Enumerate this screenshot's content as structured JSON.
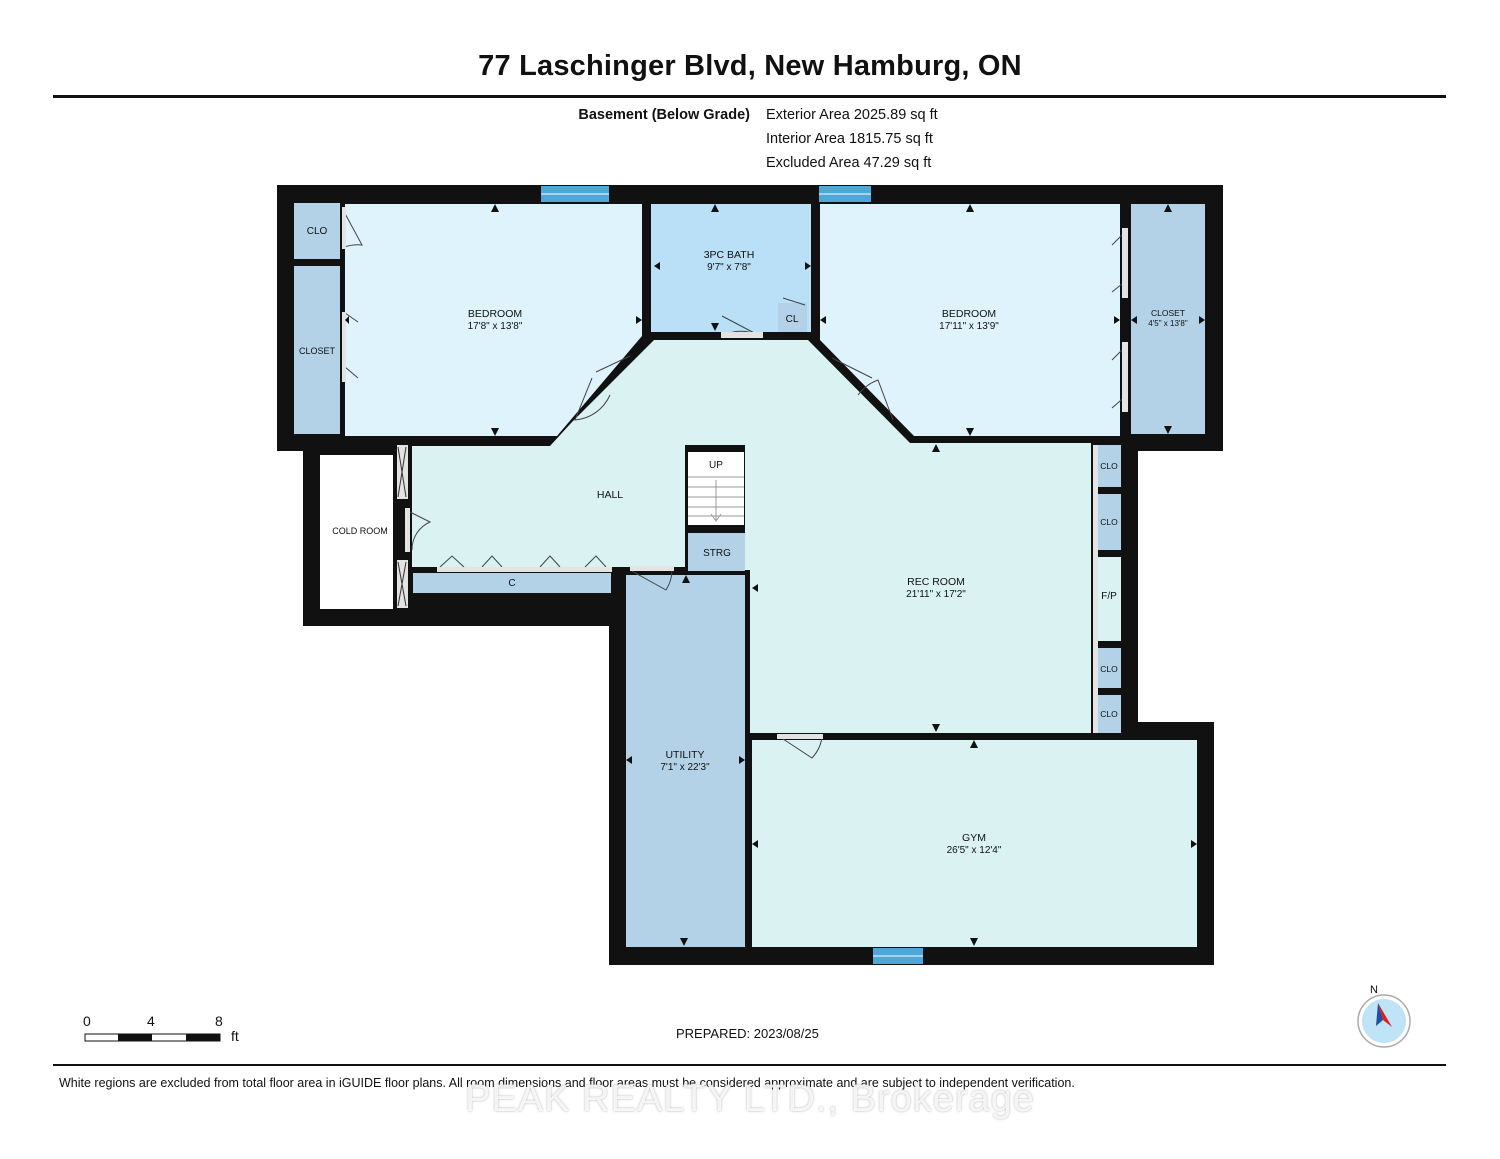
{
  "header": {
    "title": "77 Laschinger Blvd, New Hamburg, ON",
    "level_label": "Basement (Below Grade)",
    "exterior_area": "Exterior Area 2025.89 sq ft",
    "interior_area": "Interior Area 1815.75 sq ft",
    "excluded_area": "Excluded Area 47.29 sq ft"
  },
  "rooms": {
    "bedroom_left": {
      "name": "BEDROOM",
      "dims": "17'8\" x 13'8\""
    },
    "bath": {
      "name": "3PC BATH",
      "dims": "9'7\" x 7'8\""
    },
    "bedroom_right": {
      "name": "BEDROOM",
      "dims": "17'11\" x 13'9\""
    },
    "closet_right": {
      "name": "CLOSET",
      "dims": "4'5\" x 13'8\""
    },
    "rec_room": {
      "name": "REC ROOM",
      "dims": "21'11\" x 17'2\""
    },
    "utility": {
      "name": "UTILITY",
      "dims": "7'1\" x 22'3\""
    },
    "gym": {
      "name": "GYM",
      "dims": "26'5\" x 12'4\""
    }
  },
  "labels": {
    "clo": "CLO",
    "closet": "CLOSET",
    "cl": "CL",
    "hall": "HALL",
    "up": "UP",
    "strg": "STRG",
    "cold_room": "COLD ROOM",
    "c": "C",
    "fp": "F/P"
  },
  "scale": {
    "ticks": [
      "0",
      "4",
      "8"
    ],
    "unit": "ft"
  },
  "compass": {
    "north": "N"
  },
  "footer": {
    "prepared": "PREPARED: 2023/08/25",
    "note": "White regions are excluded from total floor area in iGUIDE floor plans. All room dimensions and floor areas must be considered approximate and are subject to independent verification.",
    "watermark": "PEAK REALTY LTD., Brokerage"
  },
  "colors": {
    "bedroom": "#dff3fd",
    "bath": "#b9e0f7",
    "hall": "#daf2f1",
    "closet": "#b3d2e8",
    "window": "#4fa6d9",
    "wall": "#111111"
  }
}
